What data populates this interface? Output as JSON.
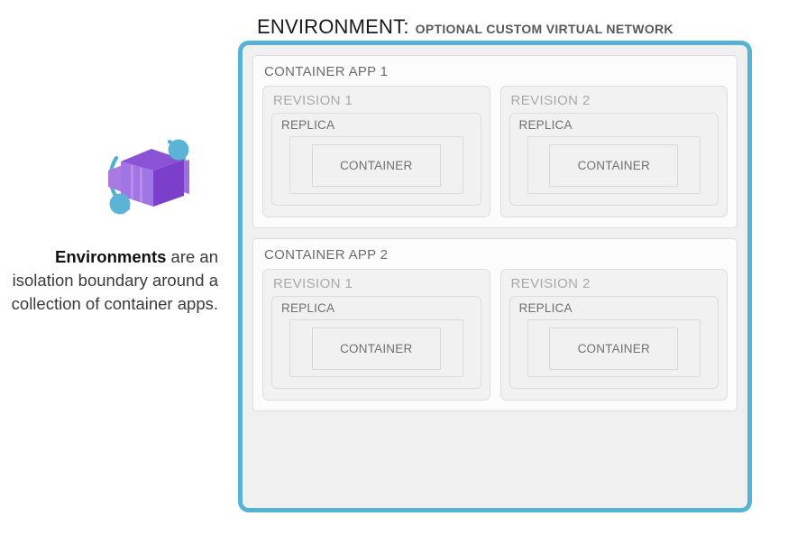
{
  "header": {
    "title_main": "ENVIRONMENT:",
    "title_sub": "OPTIONAL CUSTOM VIRTUAL NETWORK"
  },
  "sidebar": {
    "logo_name": "azure-container-apps-logo",
    "caption_strong": "Environments",
    "caption_rest": " are an isolation boundary around a collection of container apps."
  },
  "colors": {
    "environment_border": "#55b3d5",
    "environment_fill": "#f0f0f0",
    "logo_purple_light": "#a97ae0",
    "logo_purple_mid": "#9b68dc",
    "logo_purple_dark": "#7b3fcb",
    "logo_cyan": "#4fb0d3",
    "box_border": "#dcdcdc",
    "label_gray": "#6d6d6d",
    "revision_label_gray": "#a9a9a9"
  },
  "apps": [
    {
      "label": "CONTAINER APP 1",
      "revisions": [
        {
          "label": "REVISION 1",
          "replica": {
            "label": "REPLICA",
            "container": {
              "label": "CONTAINER"
            }
          }
        },
        {
          "label": "REVISION 2",
          "replica": {
            "label": "REPLICA",
            "container": {
              "label": "CONTAINER"
            }
          }
        }
      ]
    },
    {
      "label": "CONTAINER APP 2",
      "revisions": [
        {
          "label": "REVISION 1",
          "replica": {
            "label": "REPLICA",
            "container": {
              "label": "CONTAINER"
            }
          }
        },
        {
          "label": "REVISION 2",
          "replica": {
            "label": "REPLICA",
            "container": {
              "label": "CONTAINER"
            }
          }
        }
      ]
    }
  ]
}
